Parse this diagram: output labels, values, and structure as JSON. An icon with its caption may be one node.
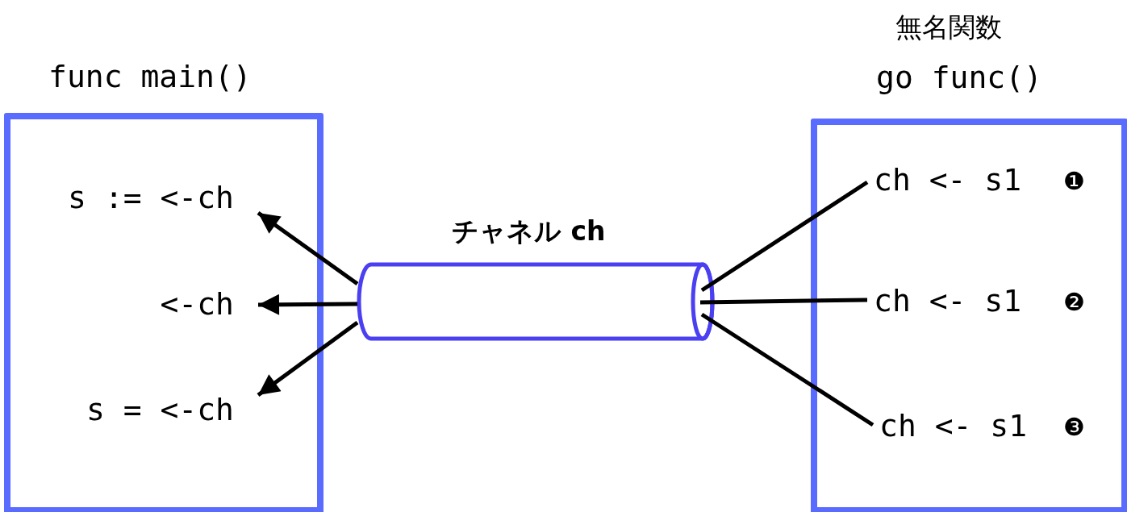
{
  "diagram": {
    "nodes": [
      {
        "text": [
          "func main()"
        ]
      },
      {
        "text": [
          "s := <-ch"
        ],
        "in": 0
      },
      {
        "text": [
          "<-ch"
        ],
        "in": 0
      },
      {
        "text": [
          "s = <-ch"
        ],
        "in": 0
      },
      {
        "text": [
          "チャネル ch"
        ]
      },
      {
        "text": [
          "go func()"
        ],
        "beside": [
          "無名関数"
        ]
      },
      {
        "text": [
          "ch <- s1"
        ],
        "beside": [
          "❶"
        ],
        "in": 5
      },
      {
        "text": [
          "ch <- s1"
        ],
        "beside": [
          "❷"
        ],
        "in": 5
      },
      {
        "text": [
          "ch <- s1"
        ],
        "beside": [
          "❸"
        ],
        "in": 5
      }
    ],
    "edges": [
      {
        "from": 4,
        "to": 1,
        "arrow": "to"
      },
      {
        "from": 4,
        "to": 2,
        "arrow": "to"
      },
      {
        "from": 4,
        "to": 3,
        "arrow": "to"
      },
      {
        "from": 6,
        "to": 4,
        "arrow": "none"
      },
      {
        "from": 7,
        "to": 4,
        "arrow": "none"
      },
      {
        "from": 8,
        "to": 4,
        "arrow": "none"
      }
    ]
  }
}
